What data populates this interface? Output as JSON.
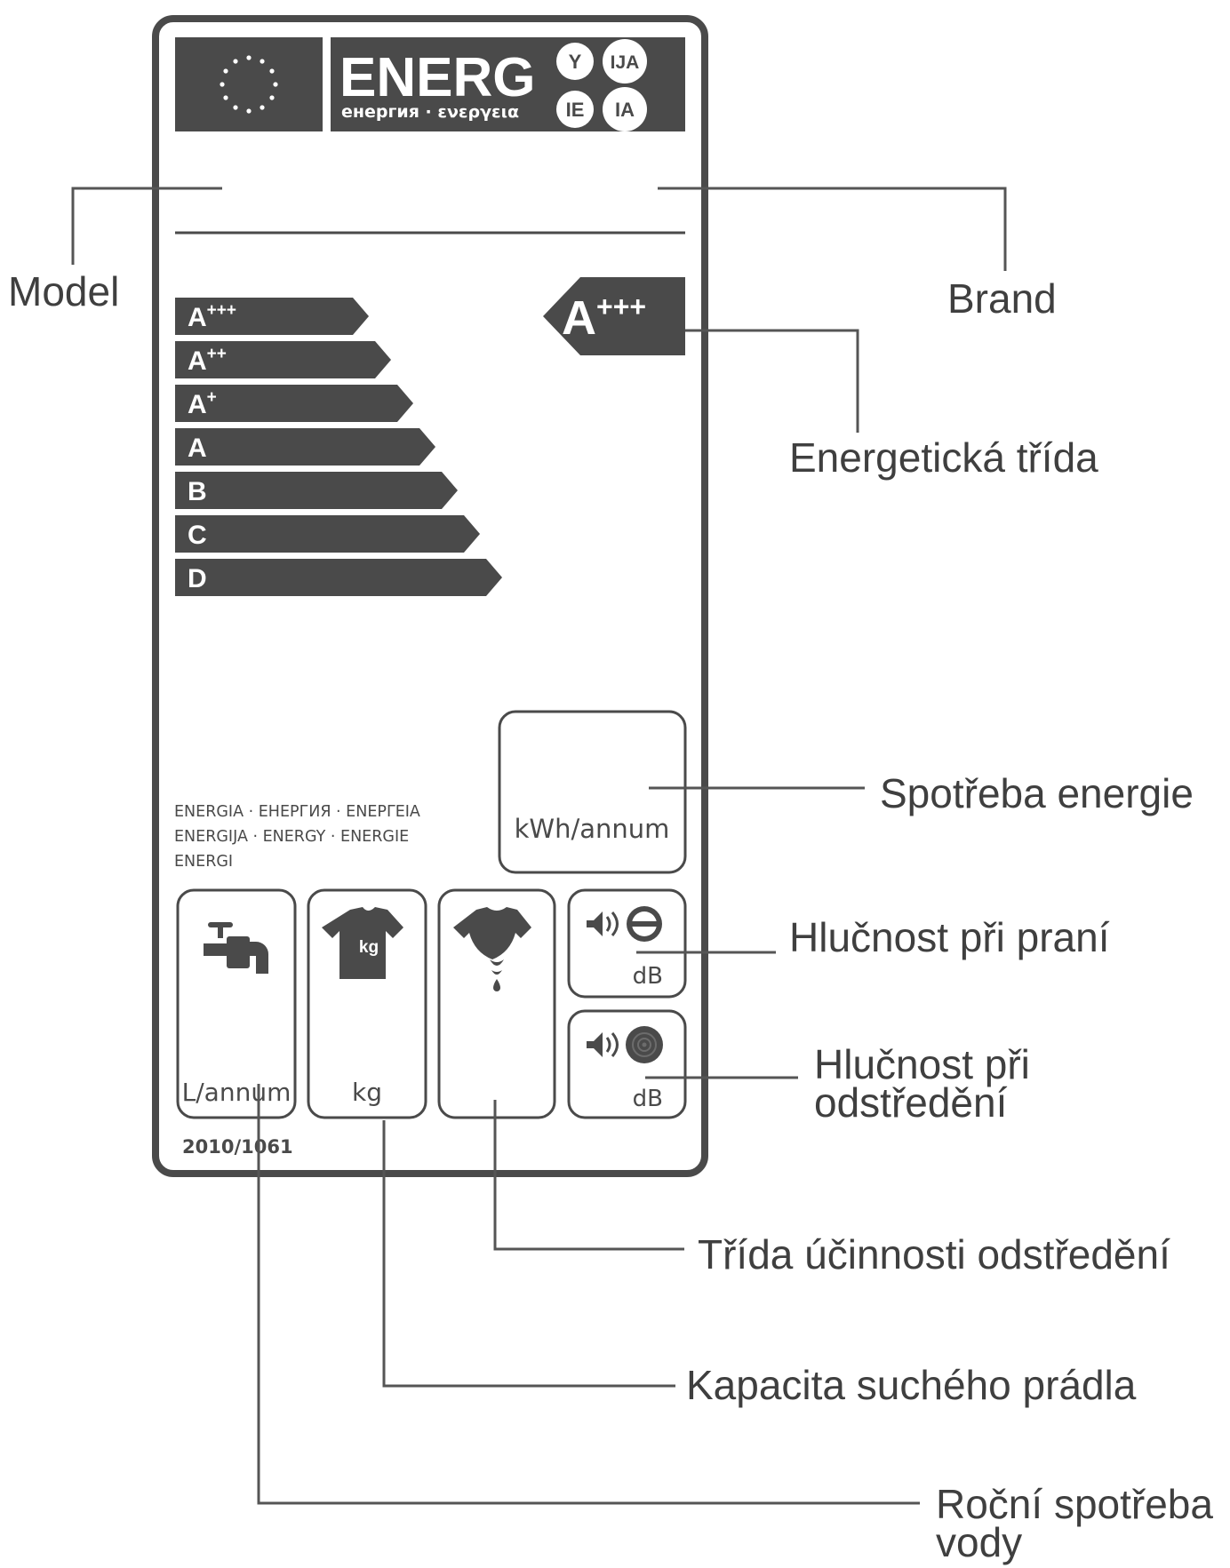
{
  "label": {
    "energ_word": "ENERG",
    "energ_subtitle": "енергия · ενεργεια",
    "energ_suffixes": [
      "Y",
      "IJA",
      "IE",
      "IA"
    ],
    "scale_classes": [
      "A+++",
      "A++",
      "A+",
      "A",
      "B",
      "C",
      "D"
    ],
    "rated_class": "A+++",
    "energy_words": [
      "ENERGIA · ЕНЕРГИЯ · ΕΝΕΡΓΕΙΑ",
      "ENERGIJA · ENERGY · ENERGIE",
      "ENERGI"
    ],
    "energy_unit": "kWh/annum",
    "water_unit": "L/annum",
    "capacity_unit": "kg",
    "shirt_text": "kg",
    "noise_unit": "dB",
    "regulation": "2010/1061"
  },
  "callouts": {
    "model": "Model",
    "brand": "Brand",
    "energy_class": "Energetická třída",
    "energy_consumption": "Spotřeba energie",
    "noise_washing": "Hlučnost při praní",
    "noise_spinning_1": "Hlučnost při",
    "noise_spinning_2": "odstředění",
    "spin_class": "Třída účinnosti odstředění",
    "capacity": "Kapacita suchého prádla",
    "water_1": "Roční spotřeba",
    "water_2": "vody"
  },
  "colors": {
    "label_dark": "#4a4a4a",
    "line": "#555555",
    "text": "#3f3f3f"
  },
  "icons": [
    "eu-flag-icon",
    "water-tap-icon",
    "shirt-kg-icon",
    "spin-shirt-icon",
    "speaker-icon",
    "wash-drum-icon",
    "spin-drum-icon"
  ]
}
